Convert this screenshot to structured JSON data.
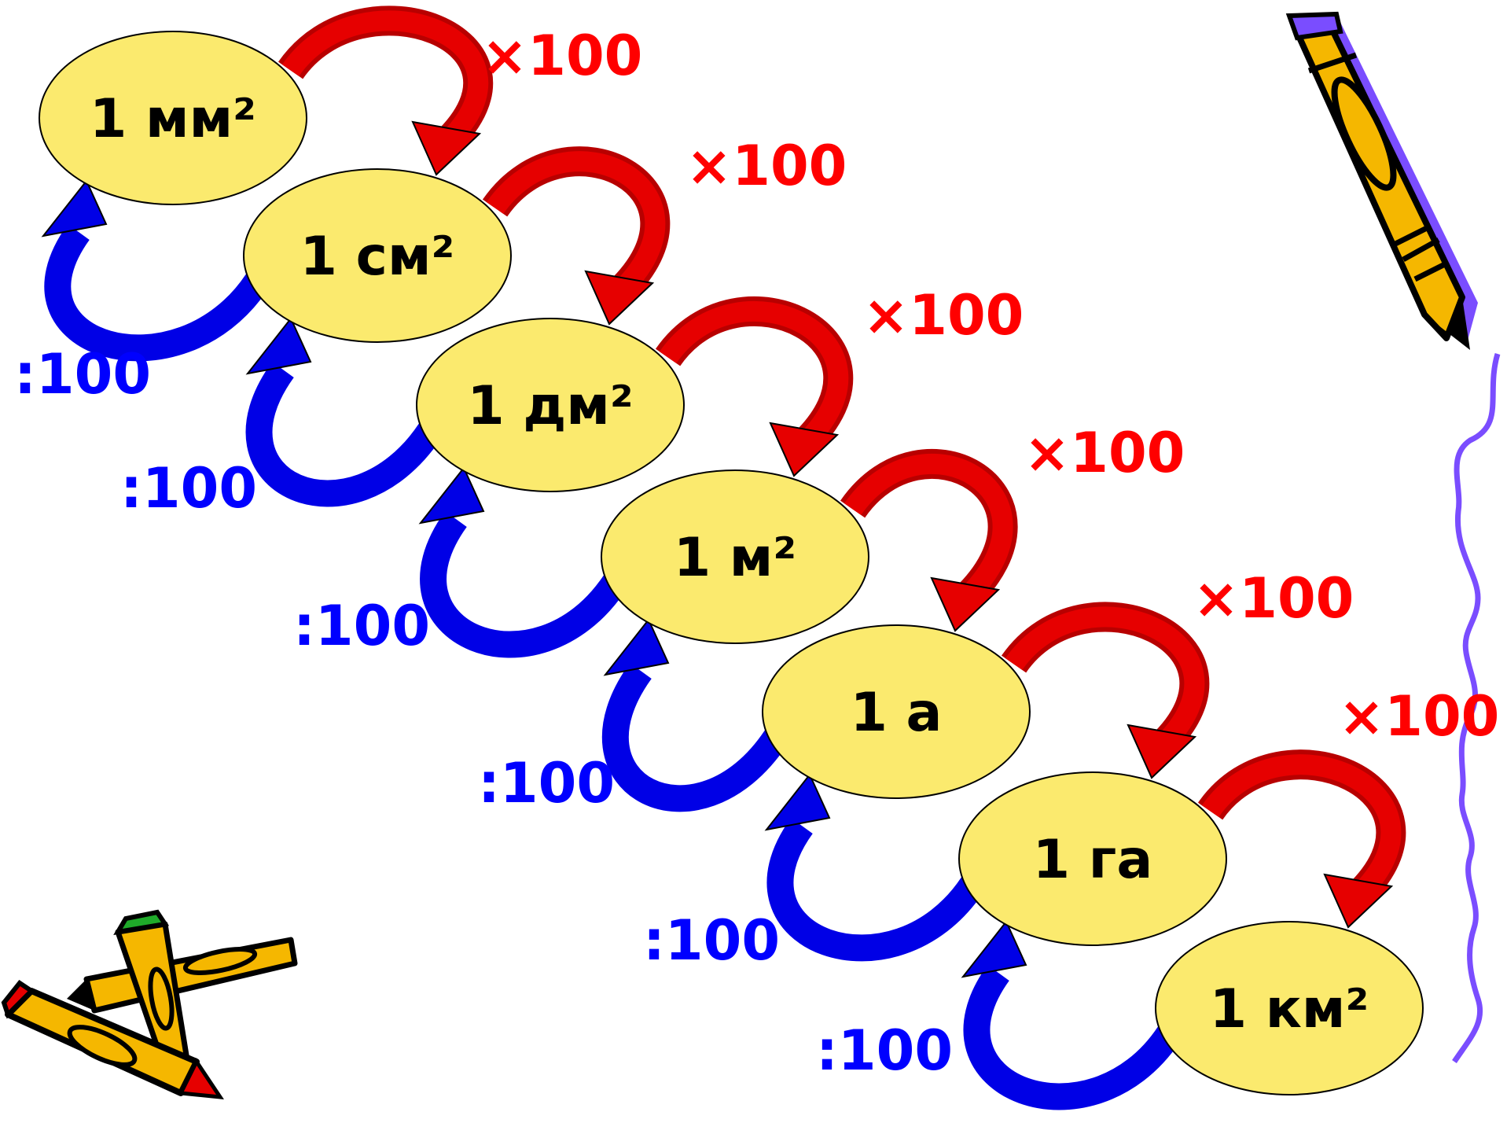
{
  "colors": {
    "ellipse_fill": "#FBEA6E",
    "ellipse_stroke": "#000000",
    "multiply_arrow": "#E60000",
    "multiply_arrow_dark": "#B80000",
    "divide_arrow": "#0000E6",
    "multiply_text": "#FF0000",
    "divide_text": "#0000FF",
    "squiggle": "#7A4DFF",
    "pencil_body": "#F5B700",
    "pencil_outline": "#000000",
    "pencil_accent": "#7A4DFF"
  },
  "units": [
    {
      "label": "1 мм²"
    },
    {
      "label": "1 см²"
    },
    {
      "label": "1 дм²"
    },
    {
      "label": "1 м²"
    },
    {
      "label": "1 а"
    },
    {
      "label": "1 га"
    },
    {
      "label": "1 км²"
    }
  ],
  "multiply_labels": [
    "×100",
    "×100",
    "×100",
    "×100",
    "×100",
    "×100"
  ],
  "divide_labels": [
    ":100",
    ":100",
    ":100",
    ":100",
    ":100",
    ":100"
  ],
  "decorations": [
    "pencil-icon",
    "crossed-pencils-icon",
    "squiggle-line"
  ]
}
